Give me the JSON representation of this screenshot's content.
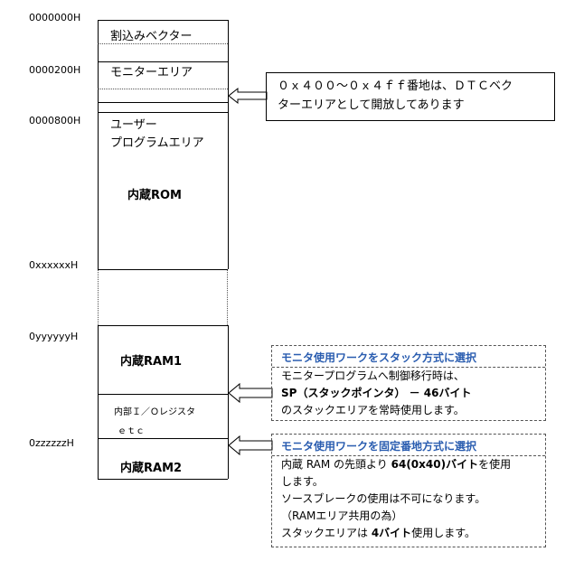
{
  "addresses": {
    "a0": "0000000H",
    "a1": "0000200H",
    "a2": "0000800H",
    "a3": "0xxxxxxH",
    "a4": "0yyyyyyH",
    "a5": "0zzzzzzH"
  },
  "memory": {
    "vector": "割込みベクター",
    "monitor": "モニターエリア",
    "user_line1": "ユーザー",
    "user_line2": "プログラムエリア",
    "rom": "内蔵ROM",
    "ram1": "内蔵RAM1",
    "io_line1": "内部Ｉ／Ｏレジスタ",
    "io_line2": "ｅｔｃ",
    "ram2": "内蔵RAM2"
  },
  "notes": {
    "dtc": {
      "line1": "０ｘ４００～０ｘ４ｆｆ番地は、ＤＴＣベク",
      "line2": "ターエリアとして開放してあります"
    },
    "stack": {
      "title": "モニタ使用ワークをスタック方式に選択",
      "line1": "モニタープログラムへ制御移行時は、",
      "line2": "SP（スタックポインタ） － 46バイト",
      "line3": "のスタックエリアを常時使用します。"
    },
    "fixed": {
      "title": "モニタ使用ワークを固定番地方式に選択",
      "line1a": "内蔵 RAM の先頭より ",
      "line1b": "64(0x40)バイト",
      "line1c": "を使用",
      "line2": "します。",
      "line3": "ソースブレークの使用は不可になります。",
      "line4": "（RAMエリア共用の為）",
      "line5a": "スタックエリアは ",
      "line5b": "4バイト",
      "line5c": "使用します。"
    }
  }
}
